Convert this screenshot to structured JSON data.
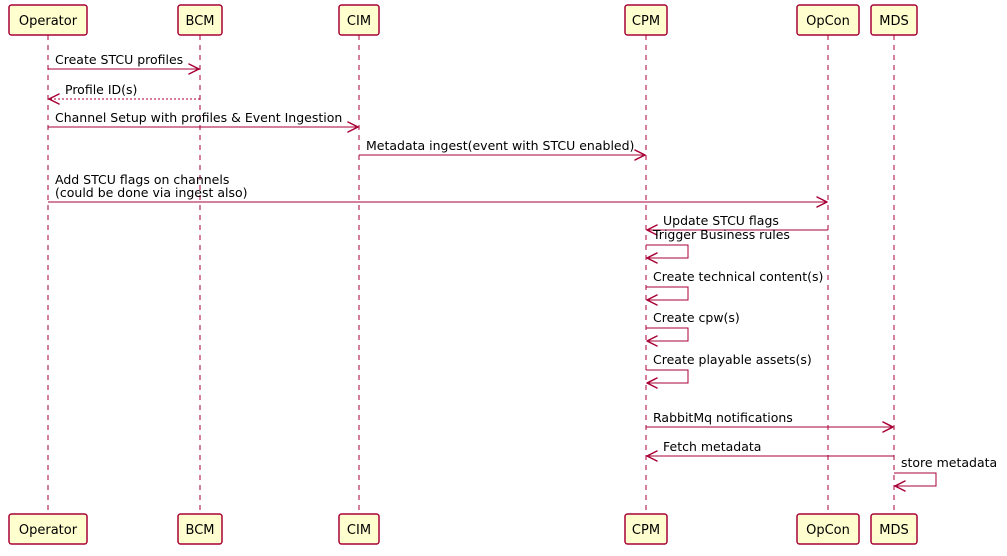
{
  "diagram": {
    "type": "sequence",
    "colors": {
      "line": "#A80036",
      "participant_fill": "#FEFECE",
      "text": "#000000",
      "background": "#FFFFFF"
    },
    "participants": [
      {
        "id": "operator",
        "label": "Operator"
      },
      {
        "id": "bcm",
        "label": "BCM"
      },
      {
        "id": "cim",
        "label": "CIM"
      },
      {
        "id": "cpm",
        "label": "CPM"
      },
      {
        "id": "opcon",
        "label": "OpCon"
      },
      {
        "id": "mds",
        "label": "MDS"
      }
    ],
    "messages": [
      {
        "from": "operator",
        "to": "bcm",
        "style": "solid",
        "lines": [
          "Create STCU profiles"
        ]
      },
      {
        "from": "bcm",
        "to": "operator",
        "style": "dashed",
        "lines": [
          "Profile ID(s)"
        ]
      },
      {
        "from": "operator",
        "to": "cim",
        "style": "solid",
        "lines": [
          "Channel Setup with profiles & Event Ingestion"
        ]
      },
      {
        "from": "cim",
        "to": "cpm",
        "style": "solid",
        "lines": [
          "Metadata ingest(event with STCU enabled)"
        ]
      },
      {
        "from": "operator",
        "to": "opcon",
        "style": "solid",
        "lines": [
          "Add STCU flags on channels",
          "(could be done via ingest also)"
        ]
      },
      {
        "from": "opcon",
        "to": "cpm",
        "style": "solid",
        "lines": [
          "Update STCU flags"
        ]
      },
      {
        "from": "cpm",
        "to": "cpm",
        "style": "solid",
        "lines": [
          "Trigger Business rules"
        ]
      },
      {
        "from": "cpm",
        "to": "cpm",
        "style": "solid",
        "lines": [
          "Create technical content(s)"
        ]
      },
      {
        "from": "cpm",
        "to": "cpm",
        "style": "solid",
        "lines": [
          "Create cpw(s)"
        ]
      },
      {
        "from": "cpm",
        "to": "cpm",
        "style": "solid",
        "lines": [
          "Create playable assets(s)"
        ]
      },
      {
        "from": "cpm",
        "to": "mds",
        "style": "solid",
        "lines": [
          "RabbitMq notifications"
        ]
      },
      {
        "from": "mds",
        "to": "cpm",
        "style": "solid",
        "lines": [
          "Fetch metadata"
        ]
      },
      {
        "from": "mds",
        "to": "mds",
        "style": "solid",
        "lines": [
          "store metadata"
        ]
      }
    ]
  }
}
